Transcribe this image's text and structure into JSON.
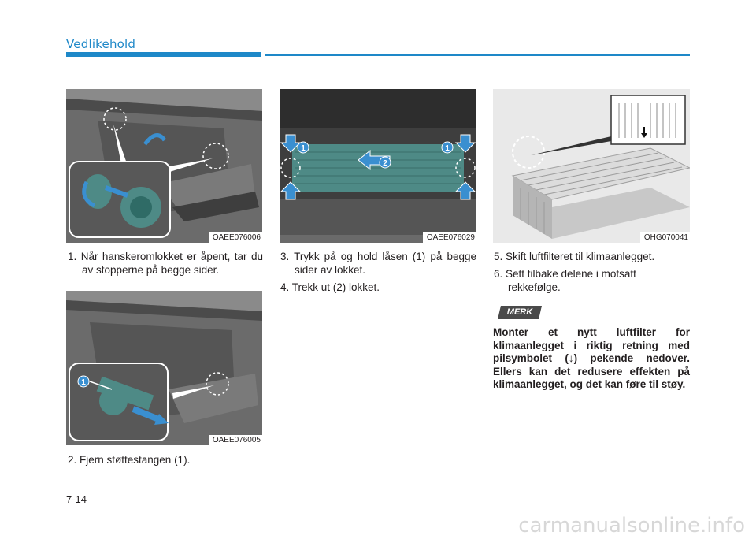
{
  "header": {
    "title": "Vedlikehold"
  },
  "figures": {
    "fig1": {
      "code": "OAEE076006"
    },
    "fig2": {
      "code": "OAEE076005",
      "callout": "1"
    },
    "fig3": {
      "code": "OAEE076029",
      "callout_left": "1",
      "callout_right": "1",
      "callout_center": "2"
    },
    "fig4": {
      "code": "OHG070041"
    }
  },
  "steps": {
    "s1": "1. Når hanskeromlokket er åpent, tar du av stopperne på begge sider.",
    "s2": "2. Fjern støttestangen (1).",
    "s3": "3. Trykk på og hold låsen (1) på begge sider av lokket.",
    "s4": "4. Trekk ut (2) lokket.",
    "s5": "5. Skift luftfilteret til klimaanlegget.",
    "s6": "6. Sett tilbake delene i motsatt rekkefølge."
  },
  "note": {
    "label": "MERK",
    "text": "Monter et nytt luftfilter for klimaanlegget i riktig retning med pilsymbolet (↓) pekende nedover. Ellers kan det redusere effekten på klimaanlegget, og det kan føre til støy."
  },
  "page_number": "7-14",
  "watermark": "carmanualsonline.info",
  "colors": {
    "accent": "#1e88c8",
    "figure_bg": "#5a5a5a",
    "filter_teal": "#4e8a86"
  }
}
